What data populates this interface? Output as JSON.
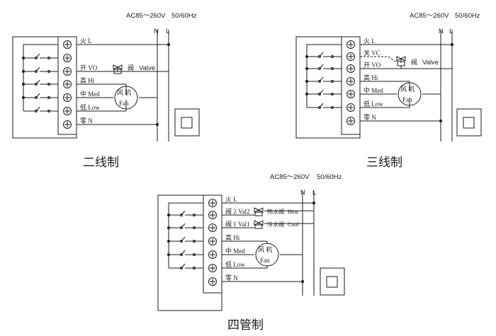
{
  "supply": {
    "voltage": "AC85～260V",
    "frequency": "50/60Hz",
    "n": "N",
    "l": "L"
  },
  "panels": [
    {
      "id": "two-wire",
      "caption": "二线制",
      "terminals": [
        "火 L",
        "",
        "开 VO",
        "高 Hi",
        "中 Med",
        "低 Low",
        "零 N"
      ],
      "valves": [
        {
          "cn": "阀",
          "en": "Valve"
        }
      ],
      "fan": {
        "cn": "风 机",
        "en": "Fan"
      }
    },
    {
      "id": "three-wire",
      "caption": "三线制",
      "terminals": [
        "火 L",
        "关 VC",
        "开 VO",
        "高 Hi",
        "中 Med",
        "低 Low",
        "零 N"
      ],
      "valves": [
        {
          "cn": "阀",
          "en": "Valve"
        }
      ],
      "fan": {
        "cn": "风 机",
        "en": "Fan"
      }
    },
    {
      "id": "four-pipe",
      "caption": "四管制",
      "terminals": [
        "火 L",
        "阀 2 Val2",
        "阀 1 Val1",
        "高 Hi",
        "中 Med",
        "低 Low",
        "零 N"
      ],
      "valves": [
        {
          "cn": "热水阀",
          "en": "Heat"
        },
        {
          "cn": "冷水阀",
          "en": "Cool"
        }
      ],
      "fan": {
        "cn": "风 机",
        "en": "Fan"
      }
    }
  ],
  "colors": {
    "line": "#1a1a1a",
    "background": "#ffffff"
  }
}
